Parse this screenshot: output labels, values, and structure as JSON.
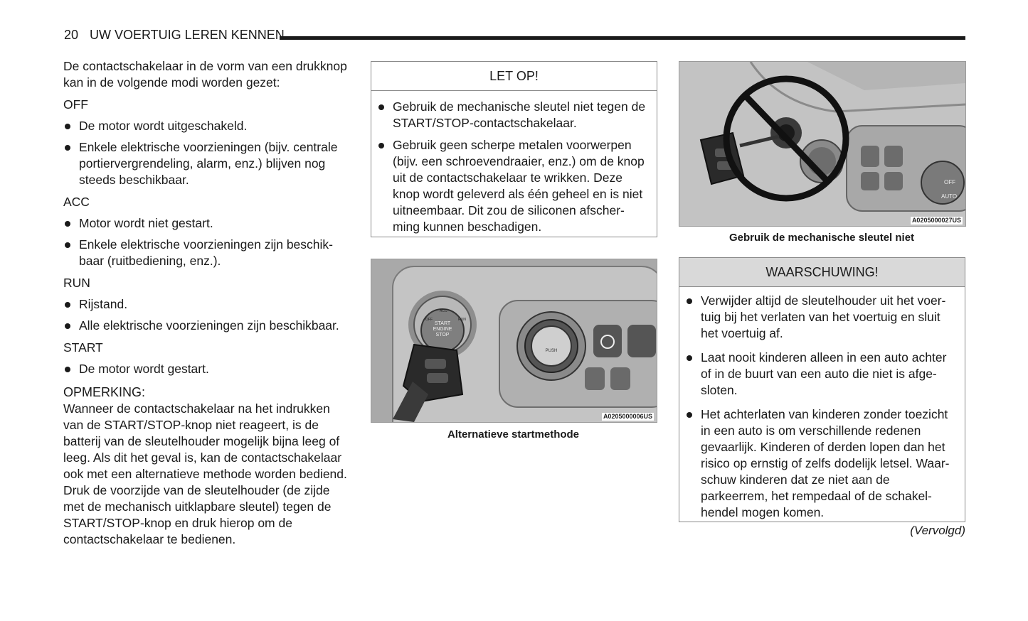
{
  "header": {
    "page_number": "20",
    "title": "UW VOERTUIG LEREN KENNEN"
  },
  "left_column": {
    "intro": "De contactschakelaar in de vorm van een drukknop kan in de volgende modi worden gezet:",
    "modes": [
      {
        "name": "OFF",
        "bullets": [
          "De motor wordt uitgeschakeld.",
          "Enkele elektrische voorzieningen (bijv. centrale portiervergrendeling, alarm, enz.) blijven nog steeds beschikbaar."
        ]
      },
      {
        "name": "ACC",
        "bullets": [
          "Motor wordt niet gestart.",
          "Enkele elektrische voorzieningen zijn beschik-baar (ruitbediening, enz.)."
        ]
      },
      {
        "name": "RUN",
        "bullets": [
          "Rijstand.",
          "Alle elektrische voorzieningen zijn beschikbaar."
        ]
      },
      {
        "name": "START",
        "bullets": [
          "De motor wordt gestart."
        ]
      }
    ],
    "note_title": "OPMERKING:",
    "note_text": "Wanneer de contactschakelaar na het indrukken van de START/STOP-knop niet reageert, is de batterij van de sleutelhouder mogelijk bijna leeg of leeg. Als dit het geval is, kan de contactschakelaar ook met een alternatieve methode worden bediend. Druk de voorzijde van de sleutelhouder (de zijde met de mechanisch uitklapbare sleutel) tegen de START/STOP-knop en druk hierop om de contactschakelaar te bedienen."
  },
  "caution": {
    "title": "LET OP!",
    "bullets": [
      "Gebruik de mechanische sleutel niet tegen de START/STOP-contactschakelaar.",
      "Gebruik geen scherpe metalen voorwerpen (bijv. een schroevendraaier, enz.) om de knop uit de contactschakelaar te wrikken. Deze knop wordt geleverd als één geheel en is niet uitneembaar. Dit zou de siliconen afscher-ming kunnen beschadigen."
    ]
  },
  "figure_alt": {
    "code": "A0205000006US",
    "caption": "Alternatieve startmethode",
    "button_text": [
      "START",
      "ENGINE",
      "STOP"
    ],
    "labels": [
      "OFF",
      "ACC",
      "RUN"
    ],
    "knob_text": "PUSH"
  },
  "figure_key": {
    "code": "A0205000027US",
    "caption": "Gebruik de mechanische sleutel niet",
    "labels": [
      "OFF",
      "AUTO"
    ]
  },
  "warning": {
    "title": "WAARSCHUWING!",
    "bullets": [
      "Verwijder altijd de sleutelhouder uit het voer-tuig bij het verlaten van het voertuig en sluit het voertuig af.",
      "Laat nooit kinderen alleen in een auto achter of in de buurt van een auto die niet is afge-sloten.",
      "Het achterlaten van kinderen zonder toezicht in een auto is om verschillende redenen gevaarlijk. Kinderen of derden lopen dan het risico op ernstig of zelfs dodelijk letsel. Waar-schuw kinderen dat ze niet aan de parkeerrem, het rempedaal of de schakel-hendel mogen komen."
    ]
  },
  "continued": "(Vervolgd)"
}
